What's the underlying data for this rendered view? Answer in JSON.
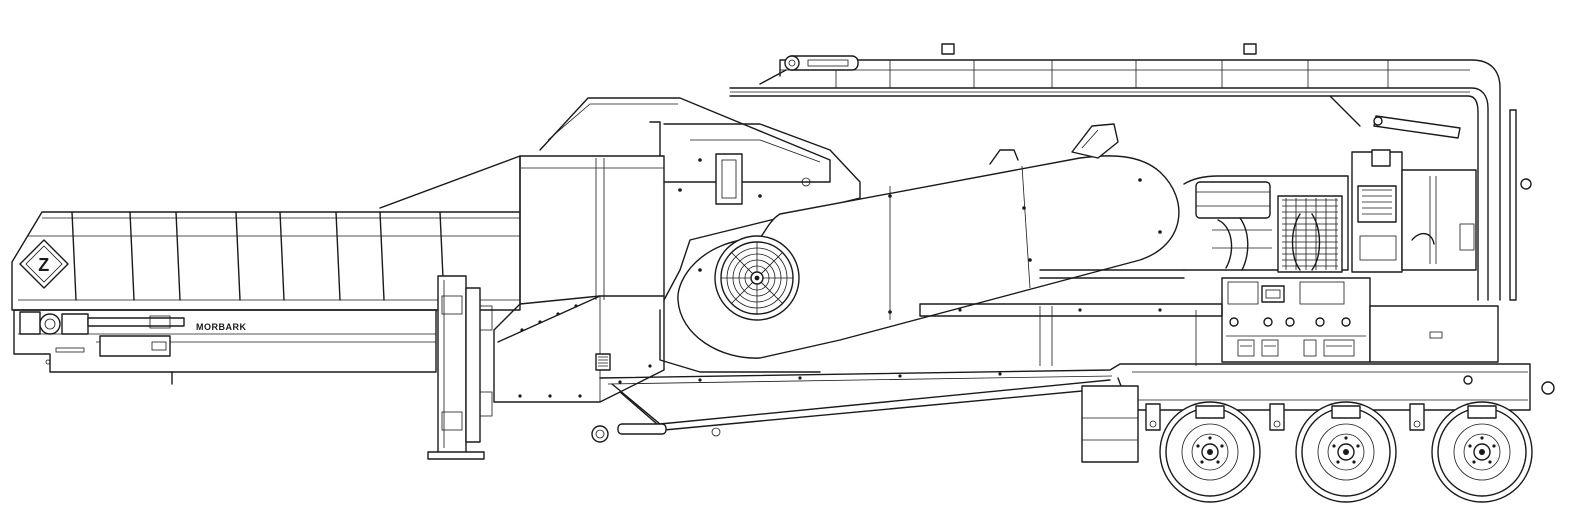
{
  "drawing": {
    "brand_label": "MORBARK",
    "logo_letter": "Z",
    "line_color": "#1a1a1a",
    "background": "#ffffff"
  },
  "components": {
    "axle_count": 3,
    "outrigger_count": 2
  }
}
